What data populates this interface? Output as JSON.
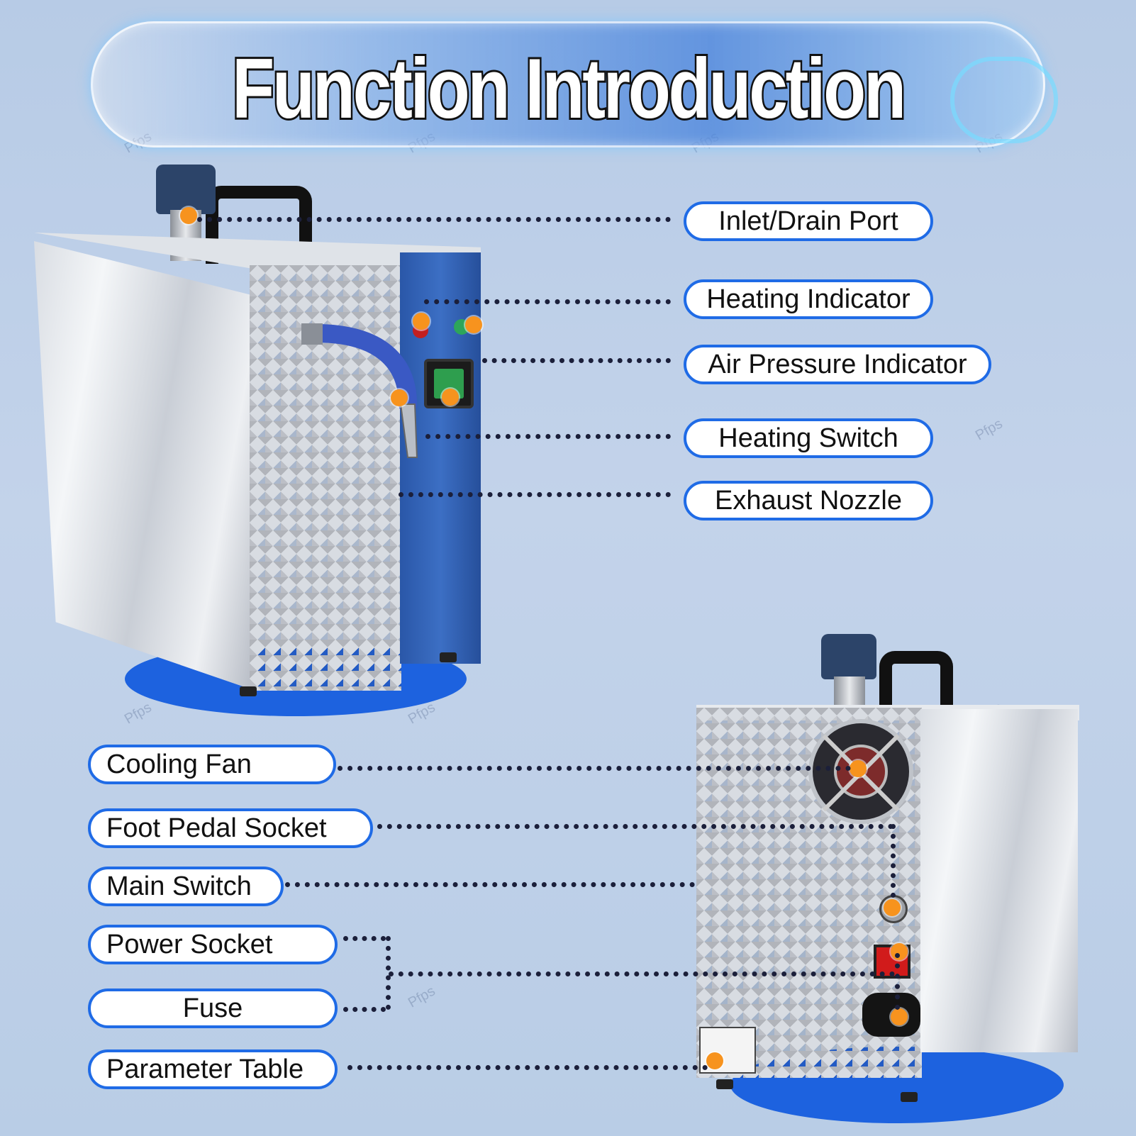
{
  "title": "Function Introduction",
  "watermark": "Pfps",
  "labels_front": {
    "inlet_drain_port": "Inlet/Drain Port",
    "heating_indicator": "Heating Indicator",
    "air_pressure_indicator": "Air Pressure Indicator",
    "heating_switch": "Heating Switch",
    "exhaust_nozzle": "Exhaust Nozzle"
  },
  "labels_back": {
    "cooling_fan": "Cooling Fan",
    "foot_pedal_socket": "Foot Pedal Socket",
    "main_switch": "Main Switch",
    "power_socket": "Power Socket",
    "fuse": "Fuse",
    "parameter_table": "Parameter Table"
  },
  "colors": {
    "accent_blue": "#1f6be6",
    "marker_orange": "#f7931e",
    "background": "#c3d3ea"
  }
}
